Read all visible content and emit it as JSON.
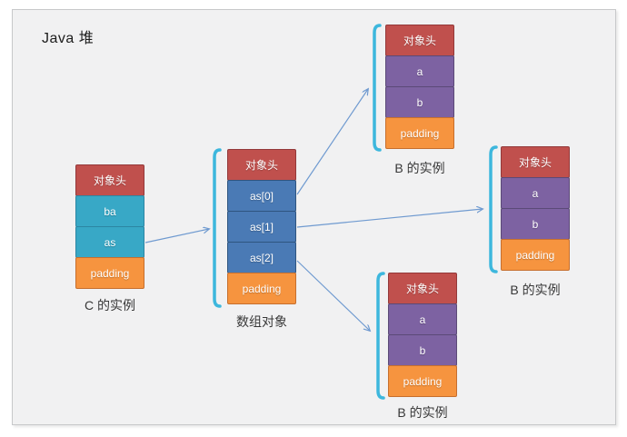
{
  "title": "Java 堆",
  "palette": {
    "object_header_red": "#c0504d",
    "field_teal": "#38a8c6",
    "array_slot_blue": "#4a7ab5",
    "field_purple": "#7d62a2",
    "padding_orange": "#f6943f",
    "bracket_cyan": "#3db7dd",
    "arrow_blue": "#6f9ad0",
    "panel_background": "#f1f1f2"
  },
  "boxes": [
    {
      "id": "c-instance",
      "label": "C 的实例",
      "cells": [
        {
          "text": "对象头"
        },
        {
          "text": "ba"
        },
        {
          "text": "as"
        },
        {
          "text": "padding"
        }
      ]
    },
    {
      "id": "array-object",
      "label": "数组对象",
      "cells": [
        {
          "text": "对象头"
        },
        {
          "text": "as[0]"
        },
        {
          "text": "as[1]"
        },
        {
          "text": "as[2]"
        },
        {
          "text": "padding"
        }
      ]
    },
    {
      "id": "b-instance-top",
      "label": "B 的实例",
      "cells": [
        {
          "text": "对象头"
        },
        {
          "text": "a"
        },
        {
          "text": "b"
        },
        {
          "text": "padding"
        }
      ]
    },
    {
      "id": "b-instance-right",
      "label": "B 的实例",
      "cells": [
        {
          "text": "对象头"
        },
        {
          "text": "a"
        },
        {
          "text": "b"
        },
        {
          "text": "padding"
        }
      ]
    },
    {
      "id": "b-instance-bottom",
      "label": "B 的实例",
      "cells": [
        {
          "text": "对象头"
        },
        {
          "text": "a"
        },
        {
          "text": "b"
        },
        {
          "text": "padding"
        }
      ]
    }
  ],
  "connections": [
    {
      "from": "c-instance.as",
      "to": "array-object"
    },
    {
      "from": "array-object.as[0]",
      "to": "b-instance-top"
    },
    {
      "from": "array-object.as[1]",
      "to": "b-instance-right"
    },
    {
      "from": "array-object.as[2]",
      "to": "b-instance-bottom"
    }
  ]
}
